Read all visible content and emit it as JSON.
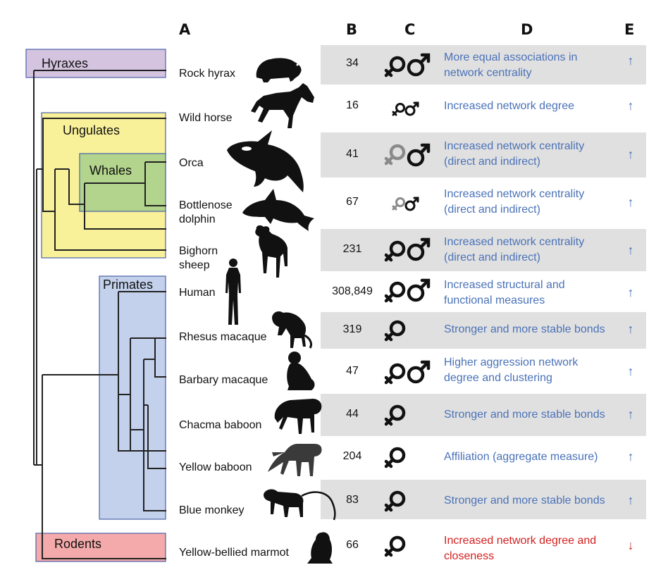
{
  "headers": {
    "a": "A",
    "b": "B",
    "c": "C",
    "d": "D",
    "e": "E"
  },
  "clades": {
    "hyraxes": {
      "label": "Hyraxes",
      "color": "#d5c4e0"
    },
    "ungulates": {
      "label": "Ungulates",
      "color": "#f8f19a"
    },
    "whales": {
      "label": "Whales",
      "color": "#b2d48c"
    },
    "primates": {
      "label": "Primates",
      "color": "#c3d1ec"
    },
    "rodents": {
      "label": "Rodents",
      "color": "#f4aaaa"
    }
  },
  "rows": [
    {
      "animal": "Rock hyrax",
      "n": "34",
      "sex": "both",
      "finding": "More equal associations in network centrality",
      "direction": "↑",
      "effect": "positive",
      "icon": "hyrax-silhouette"
    },
    {
      "animal": "Wild horse",
      "n": "16",
      "sex": "both-small",
      "finding": "Increased network degree",
      "direction": "↑",
      "effect": "positive",
      "icon": "horse-silhouette"
    },
    {
      "animal": "Orca",
      "n": "41",
      "sex": "both-grey-female",
      "finding": "Increased network centrality (direct and indirect)",
      "direction": "↑",
      "effect": "positive",
      "icon": "orca-silhouette"
    },
    {
      "animal": "Bottlenose dolphin",
      "n": "67",
      "sex": "both-small-grey-female",
      "finding": "Increased network centrality (direct and indirect)",
      "direction": "↑",
      "effect": "positive",
      "icon": "dolphin-silhouette"
    },
    {
      "animal": "Bighorn sheep",
      "n": "231",
      "sex": "both",
      "finding": "Increased network centrality (direct and indirect)",
      "direction": "↑",
      "effect": "positive",
      "icon": "bighorn-sheep-silhouette"
    },
    {
      "animal": "Human",
      "n": "308,849",
      "sex": "both",
      "finding": "Increased structural and functional measures",
      "direction": "↑",
      "effect": "positive",
      "icon": "human-silhouette"
    },
    {
      "animal": "Rhesus macaque",
      "n": "319",
      "sex": "female",
      "finding": "Stronger and more stable bonds",
      "direction": "↑",
      "effect": "positive",
      "icon": "rhesus-macaque-silhouette"
    },
    {
      "animal": "Barbary macaque",
      "n": "47",
      "sex": "both",
      "finding": "Higher aggression network degree and clustering",
      "direction": "↑",
      "effect": "positive",
      "icon": "barbary-macaque-silhouette"
    },
    {
      "animal": "Chacma baboon",
      "n": "44",
      "sex": "female",
      "finding": "Stronger and more stable bonds",
      "direction": "↑",
      "effect": "positive",
      "icon": "chacma-baboon-silhouette"
    },
    {
      "animal": "Yellow baboon",
      "n": "204",
      "sex": "female",
      "finding": "Affiliation (aggregate measure)",
      "direction": "↑",
      "effect": "positive",
      "icon": "yellow-baboon-silhouette"
    },
    {
      "animal": "Blue monkey",
      "n": "83",
      "sex": "female",
      "finding": "Stronger and more stable bonds",
      "direction": "↑",
      "effect": "positive",
      "icon": "blue-monkey-silhouette"
    },
    {
      "animal": "Yellow-bellied marmot",
      "n": "66",
      "sex": "female",
      "finding": "Increased network degree and closeness",
      "direction": "↓",
      "effect": "negative",
      "icon": "marmot-silhouette"
    }
  ],
  "colors": {
    "positive": "#4a72b8",
    "negative": "#d42020",
    "shade": "#e0e0e0",
    "symbol": "#111111",
    "symbol_grey": "#8a8a8a"
  }
}
